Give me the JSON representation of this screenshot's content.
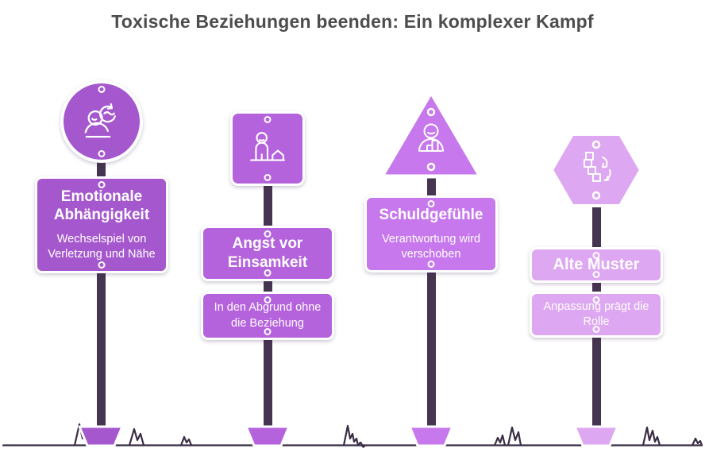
{
  "title": {
    "text": "Toxische Beziehungen beenden: Ein komplexer Kampf"
  },
  "signposts": [
    {
      "shape": "circle",
      "icon": "person-cycle-icon",
      "color": "#a558ce",
      "heading": "Emotionale Abhängigkeit",
      "subtitle": "Wechselspiel von Verletzung und Nähe"
    },
    {
      "shape": "square",
      "icon": "lonely-person-house-icon",
      "color": "#b562dd",
      "heading": "Angst vor Einsamkeit",
      "subtitle": "In den Abgrund ohne die Beziehung"
    },
    {
      "shape": "triangle",
      "icon": "person-blame-chart-icon",
      "color": "#c678ec",
      "heading": "Schuldgefühle",
      "subtitle": "Verantwortung wird verschoben"
    },
    {
      "shape": "hexagon",
      "icon": "repeating-pattern-icon",
      "color": "#dda7f1",
      "heading": "Alte Muster",
      "subtitle": "Anpassung prägt die Rolle"
    }
  ],
  "colors": {
    "pole": "#463551",
    "ground": "#3a2c44",
    "title_text": "#4d4d4d",
    "sign_text": "#ffffff",
    "sign_border": "#ffffff",
    "background": "#ffffff"
  }
}
